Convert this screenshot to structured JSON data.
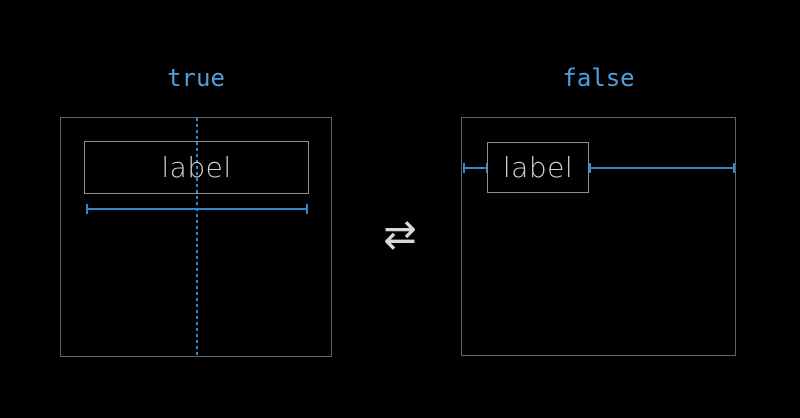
{
  "diagram": {
    "states": [
      {
        "title": "true",
        "label": "label"
      },
      {
        "title": "false",
        "label": "label"
      }
    ],
    "toggle": {
      "symbol": "⇄",
      "icon": "swap-arrows-icon"
    },
    "annotations": {
      "center_guide": "dotted-vertical-center-line",
      "measures": [
        "label-width-measure",
        "left-gap-measure",
        "right-gap-measure"
      ]
    },
    "colors": {
      "background": "#000000",
      "accent_blue": "#3387CC",
      "title_blue": "#4F9FDE",
      "panel_border": "#636363",
      "label_border": "#8F8F8F",
      "label_text": "#D2D2D2",
      "arrow": "#D8D8D8"
    }
  }
}
